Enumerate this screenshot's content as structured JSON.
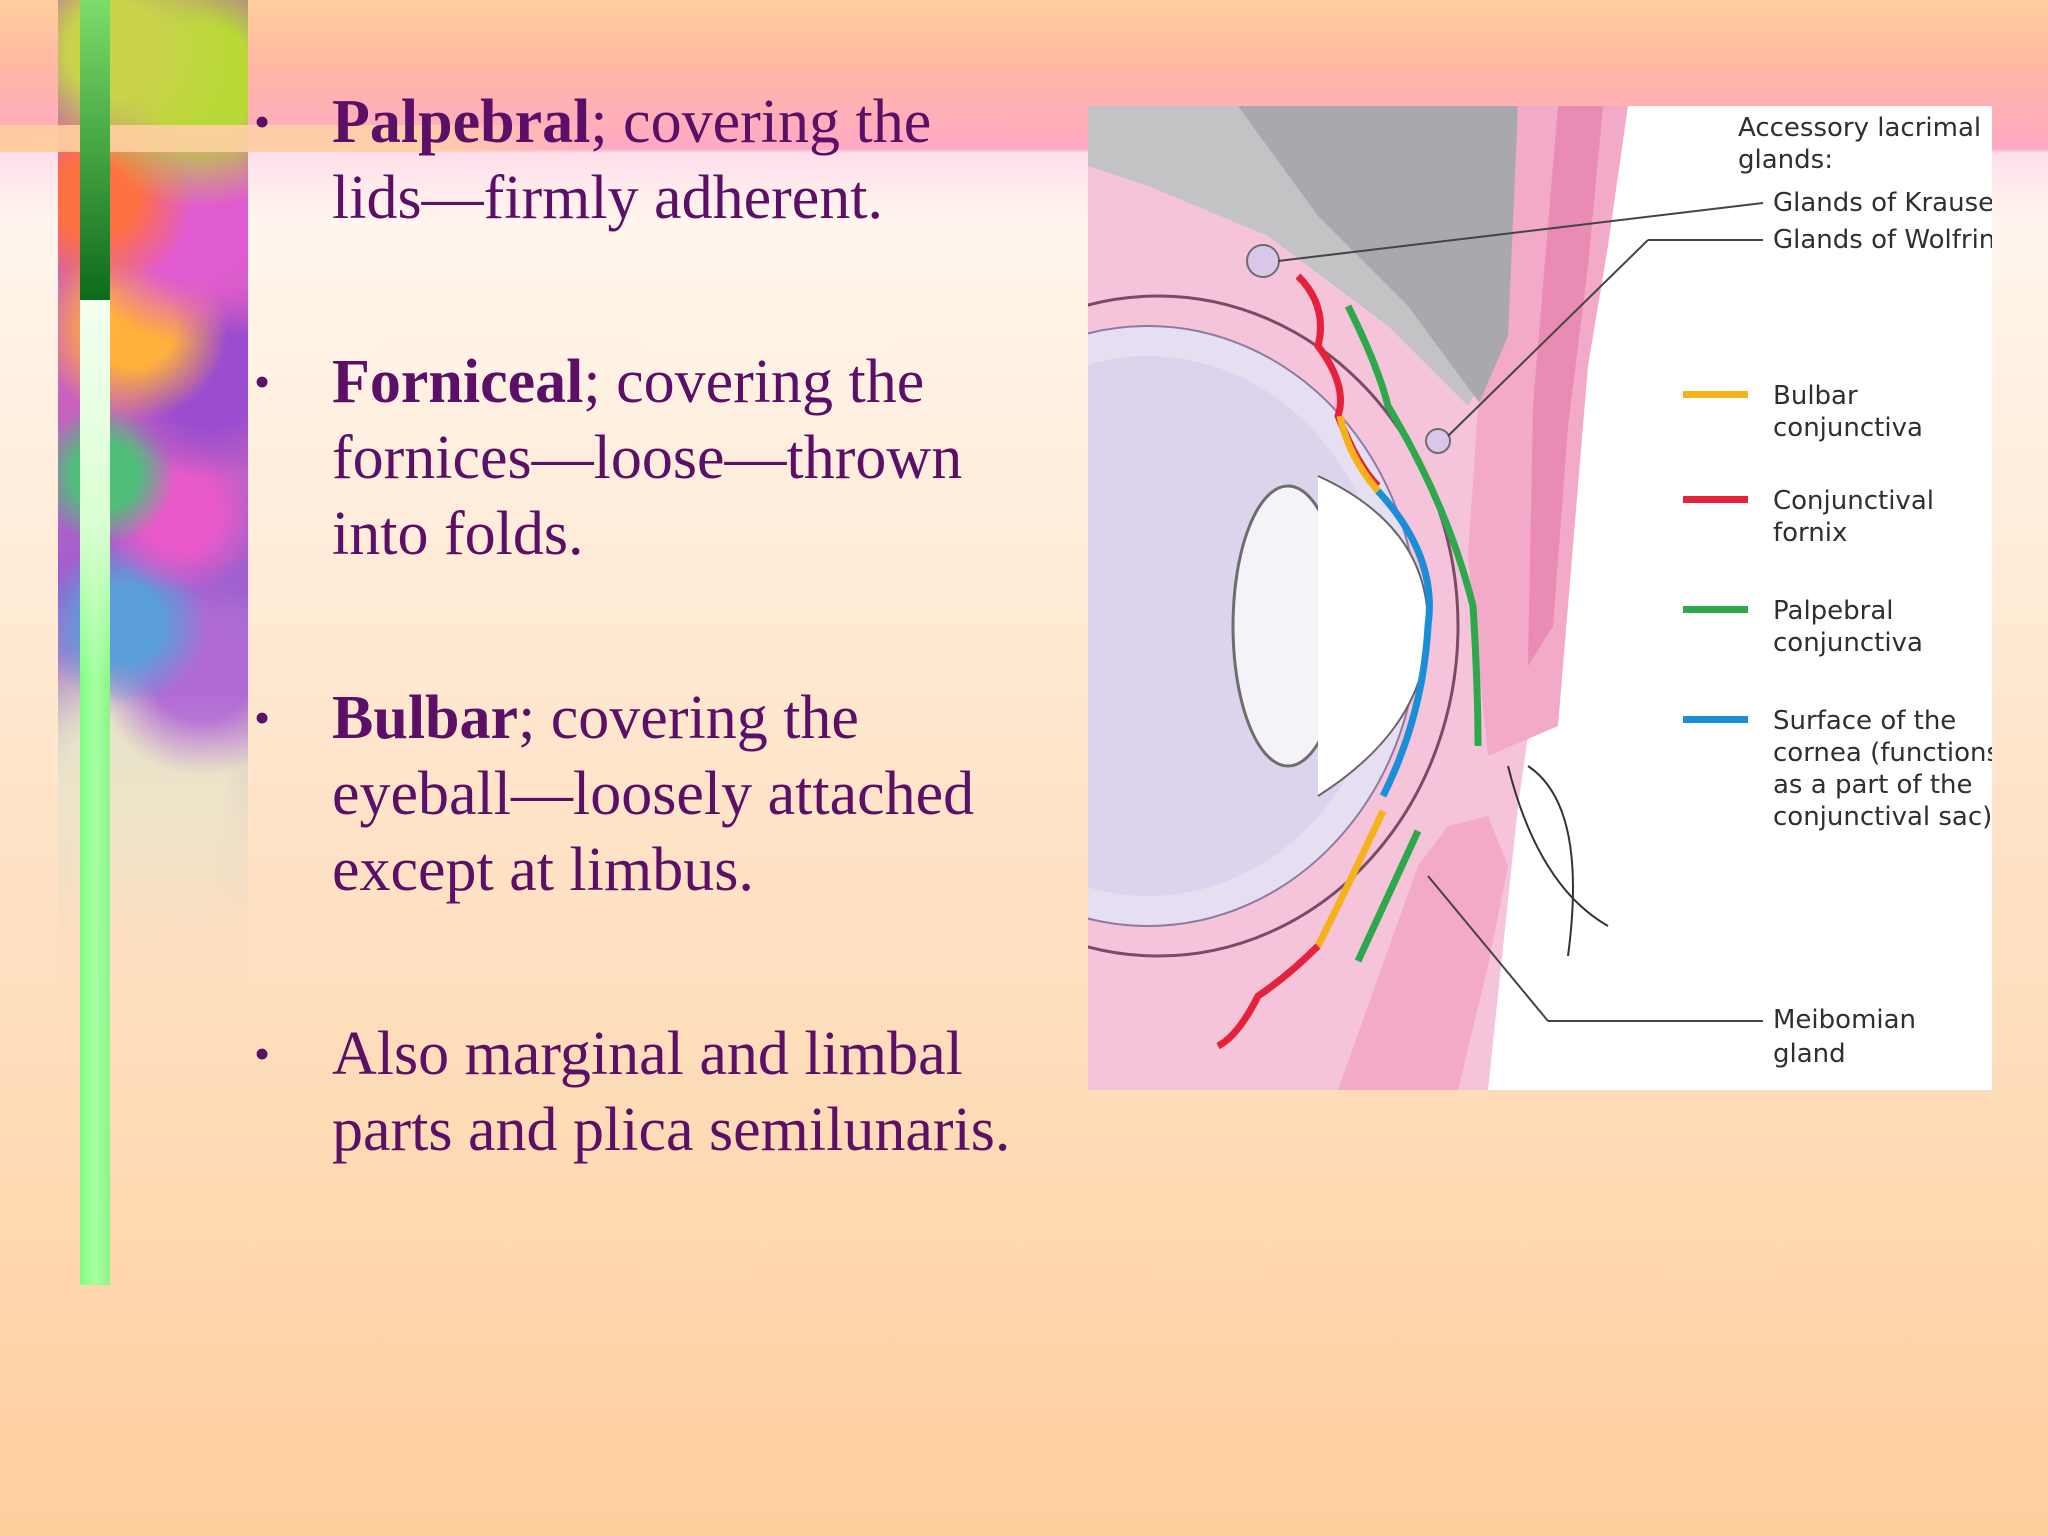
{
  "bullets": [
    {
      "term": "Palpebral",
      "rest_line1": "; covering the",
      "rest_line2": "lids—firmly adherent."
    },
    {
      "term": "Forniceal",
      "rest_line1": "; covering the",
      "rest_line2": "fornices—loose—thrown",
      "rest_line3": "into folds."
    },
    {
      "term": "Bulbar",
      "rest_line1": "; covering the",
      "rest_line2": "eyeball—loosely attached",
      "rest_line3": "except at limbus."
    },
    {
      "line1": "Also marginal and limbal",
      "line2": "parts and plica semilunaris."
    }
  ],
  "bullet_symbol": "•",
  "diagram": {
    "accessory_title_1": "Accessory lacrimal",
    "accessory_title_2": "glands:",
    "krause": "Glands of Krause",
    "wolfring": "Glands of Wolfring",
    "legend": [
      {
        "line1": "Bulbar",
        "line2": "conjunctiva",
        "color": "#f7b21b"
      },
      {
        "line1": "Conjunctival",
        "line2": "fornix",
        "color": "#e5213c"
      },
      {
        "line1": "Palpebral",
        "line2": "conjunctiva",
        "color": "#2da84a"
      },
      {
        "line1": "Surface of the",
        "line2": "cornea (functions",
        "line3": "as a part of the",
        "line4": "conjunctival sac)",
        "color": "#1a8fd8"
      }
    ],
    "meibomian_1": "Meibomian",
    "meibomian_2": "gland"
  },
  "colors": {
    "text": "#5b0f66",
    "bulbar": "#f7b21b",
    "fornix": "#e5213c",
    "palpebral": "#2da84a",
    "cornea": "#1a8fd8",
    "tissue_pink": "#f3b9d2",
    "bone_grey": "#b9b9bc"
  }
}
